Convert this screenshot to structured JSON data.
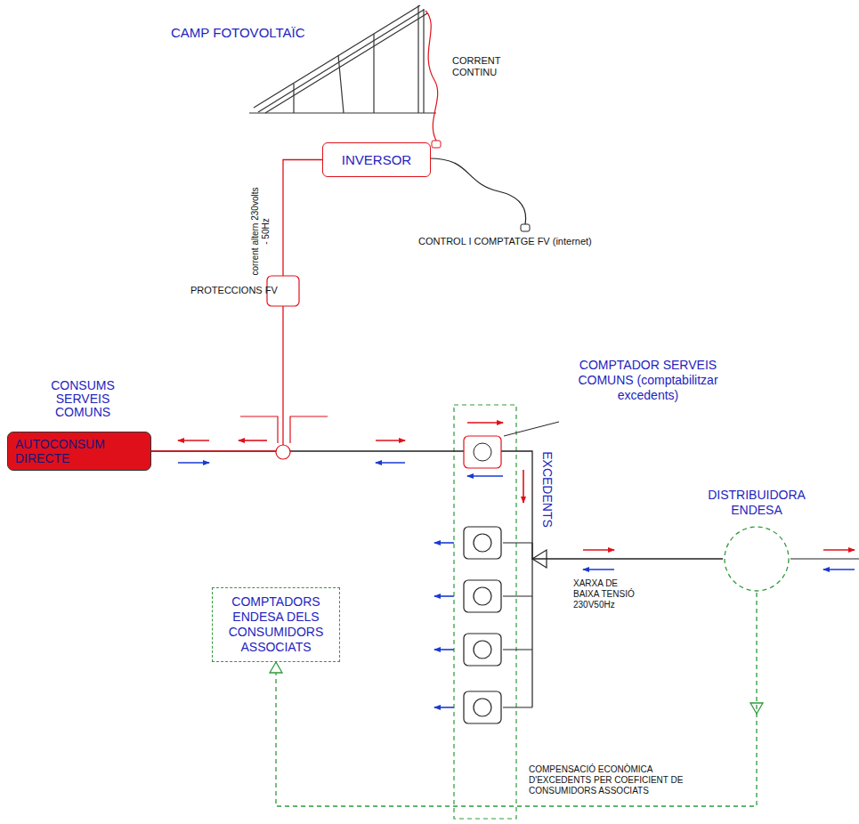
{
  "diagram": {
    "nodes": [
      {
        "text": [
          "INVERSOR"
        ]
      },
      {
        "text": [
          "CONSUMS SERVEIS COMUNS",
          "AUTOCONSUM DIRECTE"
        ]
      },
      {
        "text": [
          "COMPTADOR SERVEIS COMUNS (comptabilitzar excedents)"
        ]
      },
      {
        "text": [
          "DISTRIBUIDORA ENDESA"
        ]
      },
      {
        "text": [
          "COMPTADORS ENDESA DELS CONSUMIDORS ASSOCIATS"
        ]
      }
    ],
    "edges": [
      {
        "from": 0,
        "to": 1,
        "arrow": "none"
      },
      {
        "from": 1,
        "to": 3,
        "arrow": "none"
      },
      {
        "from": 3,
        "to": 4,
        "label": "COMPENSACIÓ ECONÒMICA D'EXCEDENTS PER COEFICIENT DE CONSUMIDORS ASSOCIATS",
        "arrow": "to"
      }
    ],
    "labels": [
      "CAMP FOTOVOLTAÏC",
      "CORRENT CONTINU",
      "CONTROL I COMPTATGE FV (internet)",
      "corrent altern 230volts - 50Hz",
      "PROTECCIONS FV",
      "EXCEDENTS",
      "XARXA DE BAIXA TENSIÓ 230V50Hz"
    ]
  }
}
